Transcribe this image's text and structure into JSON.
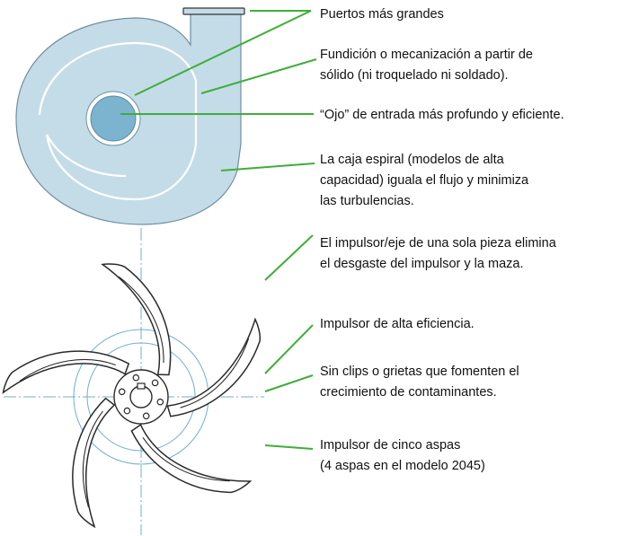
{
  "colors": {
    "casing_fill": "#c4dce8",
    "casing_stroke": "#6f8fa0",
    "eye_fill": "#7cb4cf",
    "leader_line": "#3fae3a",
    "impeller_stroke": "#2b2b2b",
    "centerline": "#6fb0c8"
  },
  "callouts": [
    {
      "lines": [
        "Puertos más grandes"
      ]
    },
    {
      "lines": [
        "Fundición o mecanización a partir de",
        "sólido (ni troquelado ni soldado)."
      ]
    },
    {
      "lines": [
        "“Ojo” de entrada más profundo y eficiente."
      ]
    },
    {
      "lines": [
        "La caja espiral (modelos de alta",
        "capacidad) iguala el flujo y minimiza",
        "las turbulencias."
      ]
    },
    {
      "lines": [
        "El impulsor/eje de una sola pieza elimina",
        "el desgaste del impulsor y la maza."
      ]
    },
    {
      "lines": [
        "Impulsor de alta eficiencia."
      ]
    },
    {
      "lines": [
        "Sin clips o grietas que fomenten el",
        "crecimiento de contaminantes."
      ]
    },
    {
      "lines": [
        "Impulsor de cinco aspas",
        "(4 aspas en el modelo 2045)"
      ]
    }
  ]
}
